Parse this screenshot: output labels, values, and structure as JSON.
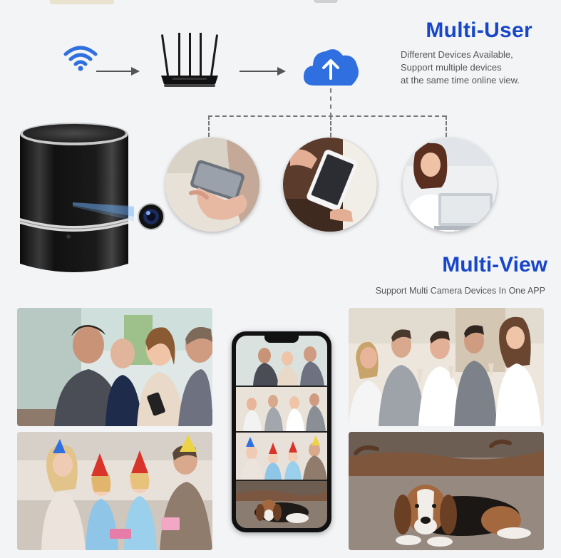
{
  "multi_user": {
    "title": "Multi-User",
    "desc_line1": "Different Devices Available,",
    "desc_line2": "Support multiple devices",
    "desc_line3": "at the same time online view."
  },
  "multi_view": {
    "title": "Multi-View",
    "desc": "Support Multi Camera Devices In One APP"
  },
  "colors": {
    "accent": "#1746c9",
    "cloud": "#2f6fe0",
    "wifi": "#2f6fe0"
  },
  "icons": [
    "wifi-icon",
    "router-icon",
    "cloud-upload-icon",
    "spy-camera-speaker",
    "smartphone",
    "tablet",
    "laptop"
  ]
}
